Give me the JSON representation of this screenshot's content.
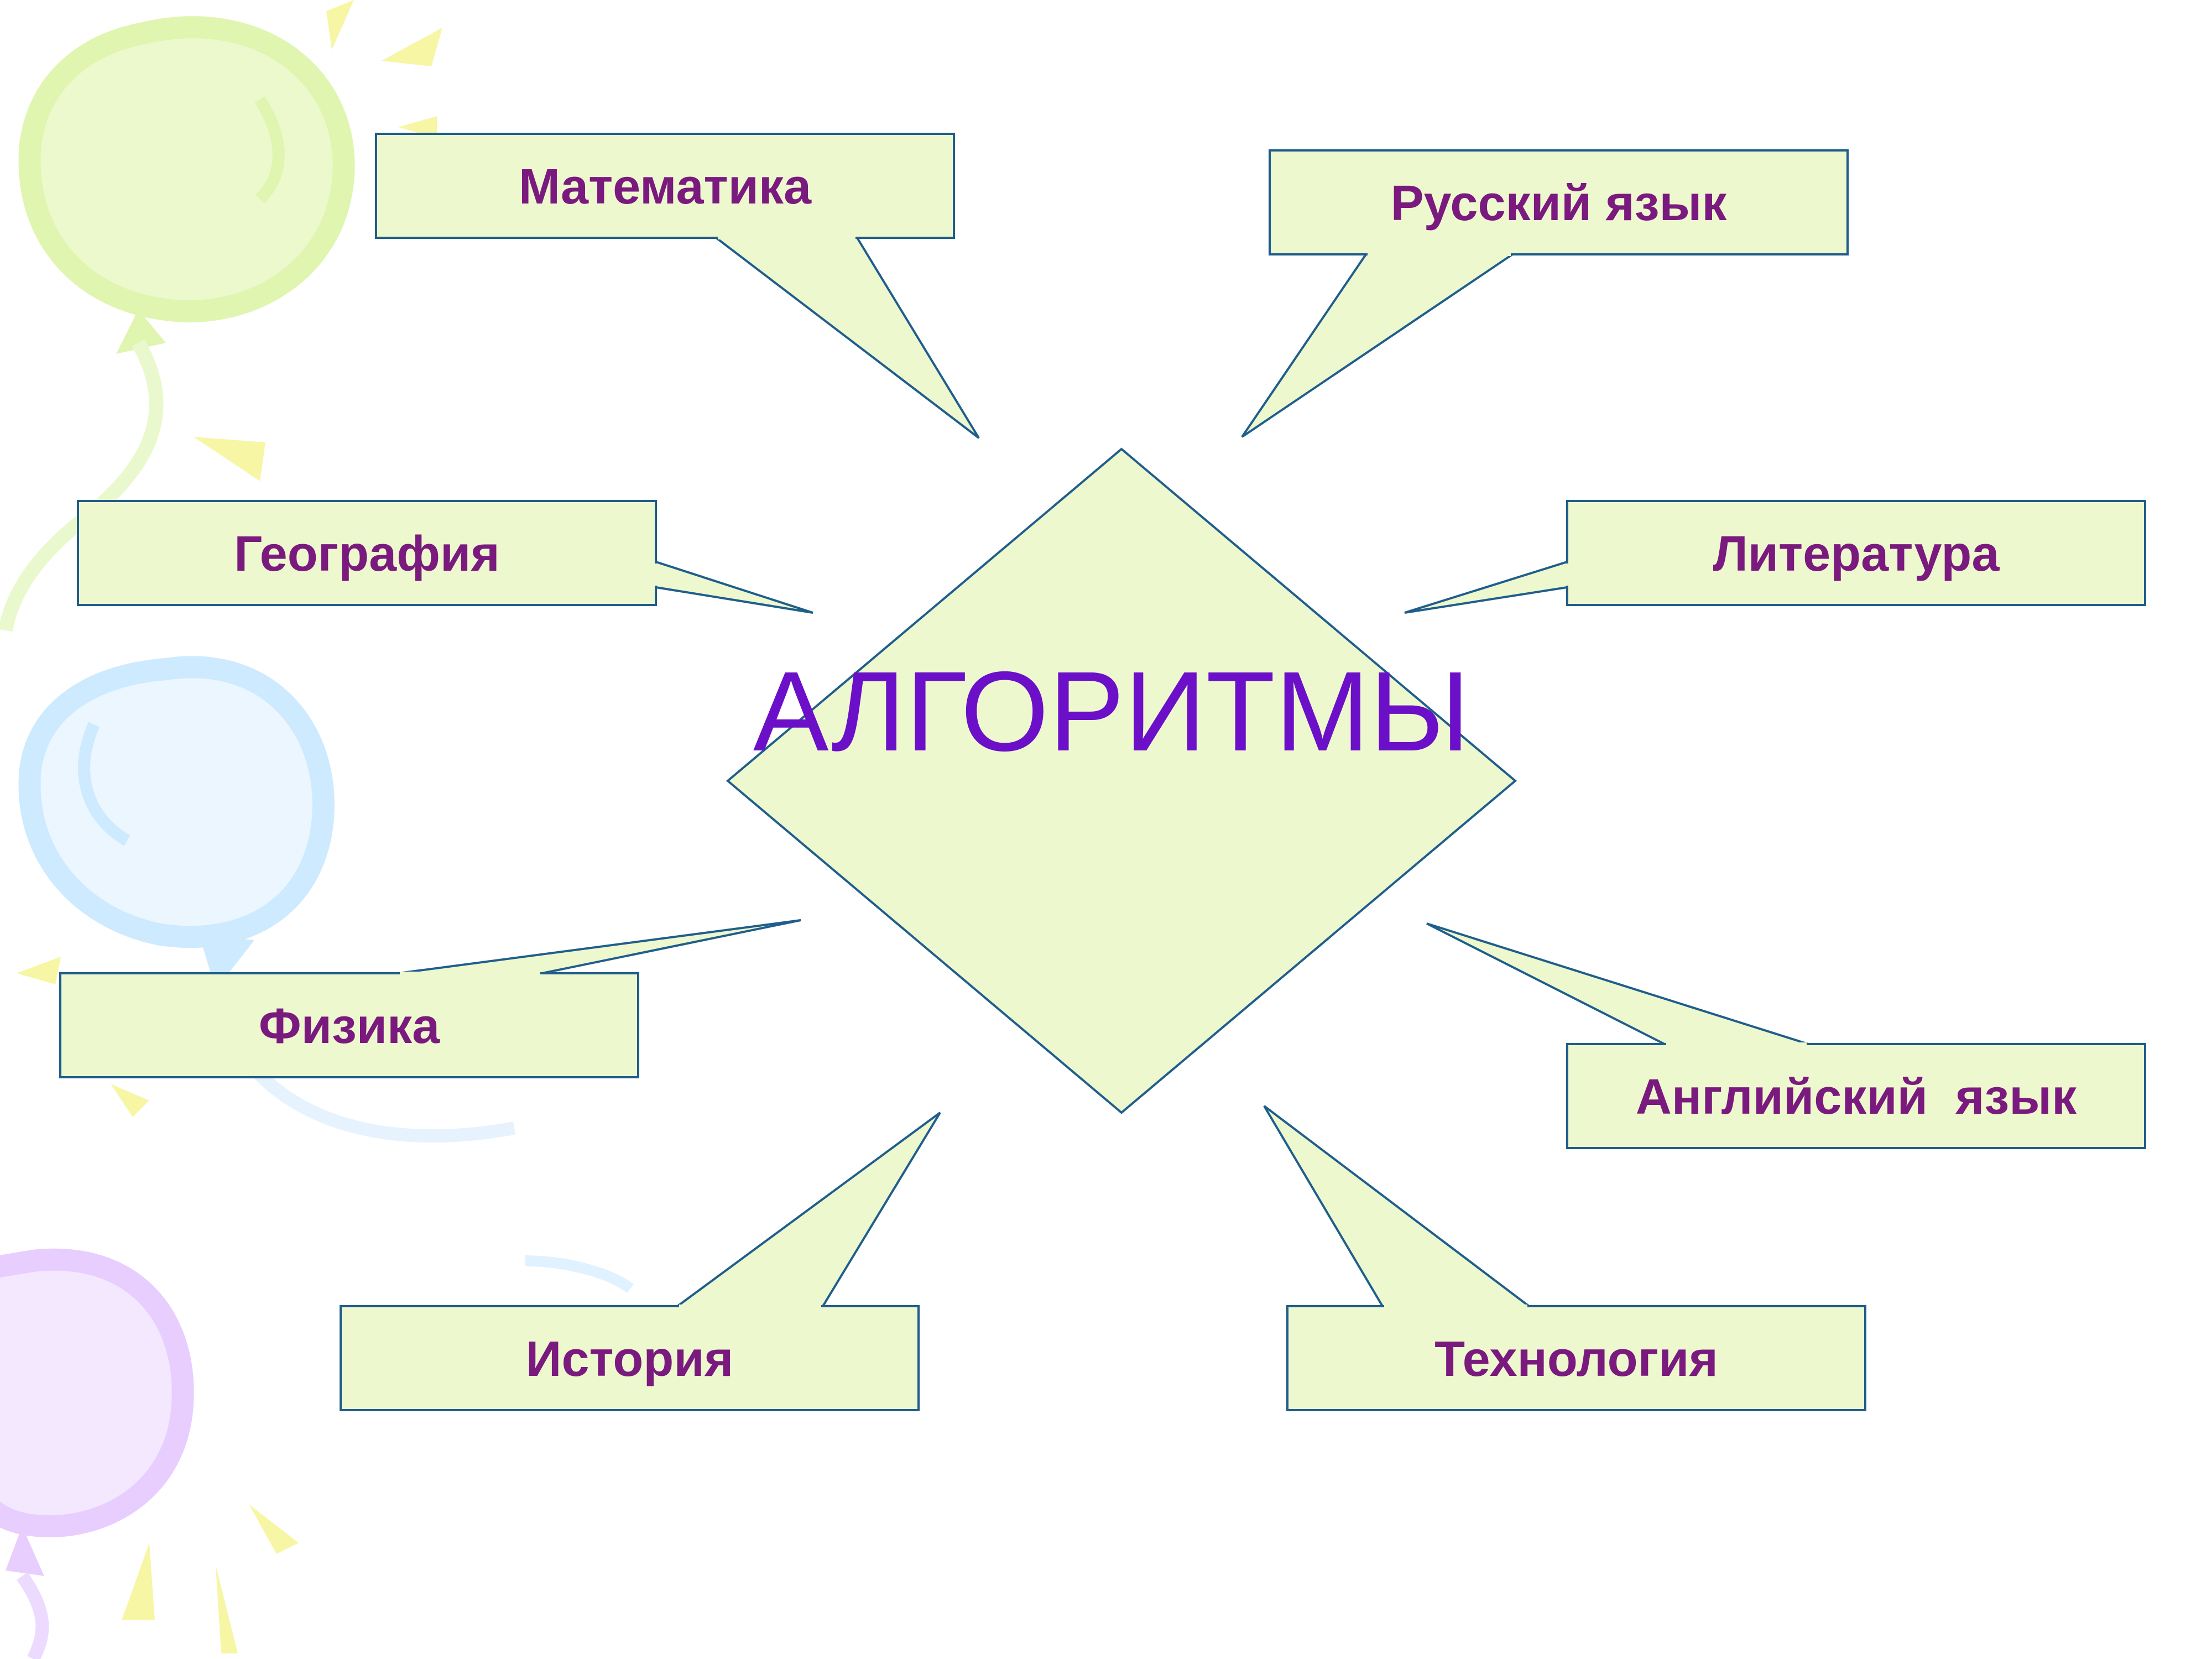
{
  "colors": {
    "shape_fill": "#EEF8CF",
    "shape_stroke": "#1F5E8C",
    "label_text": "#7A1A7E",
    "title_text": "#6B0FC8",
    "balloon_yellow": "#DDF5A8",
    "balloon_blue": "#C9E8FF",
    "balloon_purple": "#E6C9FF",
    "sun_ray": "#F6F6A0"
  },
  "diagram": {
    "center": {
      "label": "АЛГОРИТМЫ"
    },
    "callouts": [
      {
        "id": "math",
        "label": "Математика"
      },
      {
        "id": "russian",
        "label": "Русский язык"
      },
      {
        "id": "geography",
        "label": "География"
      },
      {
        "id": "literature",
        "label": "Литература"
      },
      {
        "id": "physics",
        "label": "Физика"
      },
      {
        "id": "english",
        "label": "Английский  язык"
      },
      {
        "id": "history",
        "label": "История"
      },
      {
        "id": "technology",
        "label": "Технология"
      }
    ]
  }
}
